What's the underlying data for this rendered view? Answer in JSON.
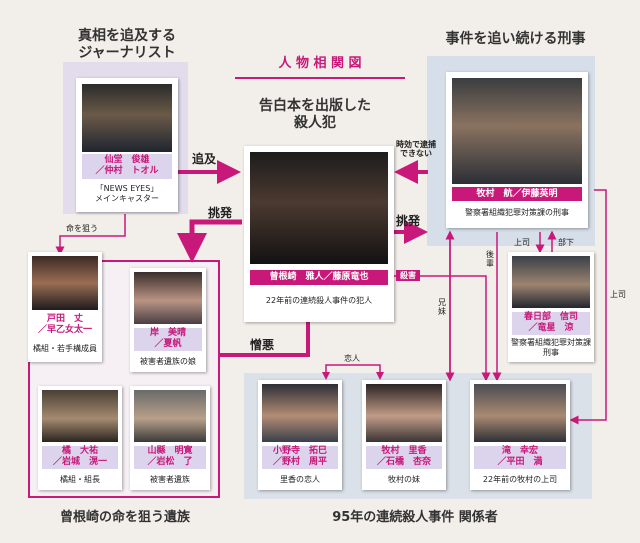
{
  "diagram_title": "人 物 相 関 図",
  "groups": {
    "journalist": "真相を追及する\nジャーナリスト",
    "detective": "事件を追い続ける刑事",
    "murderer": "告白本を出版した\n殺人犯",
    "families": "曾根崎の命を狙う遺族",
    "case95": "95年の連続殺人事件 関係者"
  },
  "characters": {
    "sendo": {
      "name": "仙堂　俊雄\n／仲村　トオル",
      "desc": "「NEWS EYES」\nメインキャスター"
    },
    "makimura": {
      "name": "牧村　航／伊藤英明",
      "desc": "警察署組織犯罪対策課の刑事"
    },
    "sonezaki": {
      "name": "曾根崎　雅人／藤原竜也",
      "desc": "22年前の連続殺人事件の犯人"
    },
    "toda": {
      "name": "戸田　丈\n／早乙女太一",
      "desc": "橘組・若手構成員"
    },
    "kishi": {
      "name": "岸　美晴\n／夏帆",
      "desc": "被害者遺族の娘"
    },
    "tachibana": {
      "name": "橘　大祐\n／岩城　滉一",
      "desc": "橘組・組長"
    },
    "yamagata": {
      "name": "山縣　明寛\n／岩松　了",
      "desc": "被害者遺族"
    },
    "kasuga": {
      "name": "春日部　信司\n／竜星　涼",
      "desc": "警察署組織犯罪対策課\n刑事"
    },
    "onodera": {
      "name": "小野寺　拓巳\n／野村　周平",
      "desc": "里香の恋人"
    },
    "rika": {
      "name": "牧村　里香\n／石橋　杏奈",
      "desc": "牧村の妹"
    },
    "taki": {
      "name": "滝　幸宏\n／平田　満",
      "desc": "22年前の牧村の上司"
    }
  },
  "relations": {
    "tsuikyu": "追及",
    "jikou": "時効で逮捕\nできない",
    "chohatsu_left": "挑発",
    "chohatsu_right": "挑発",
    "inochi": "命を狙う",
    "zouo": "憎悪",
    "satsugai": "殺害",
    "joshi": "上司",
    "buka": "部下",
    "joshi2": "上司",
    "kohai": "後\n輩",
    "kyomai": "兄\n妹",
    "koibito": "恋人"
  },
  "colors": {
    "accent": "#c8187a",
    "panel_blue": "#d4dde8",
    "panel_purple": "#ddd6ea"
  }
}
